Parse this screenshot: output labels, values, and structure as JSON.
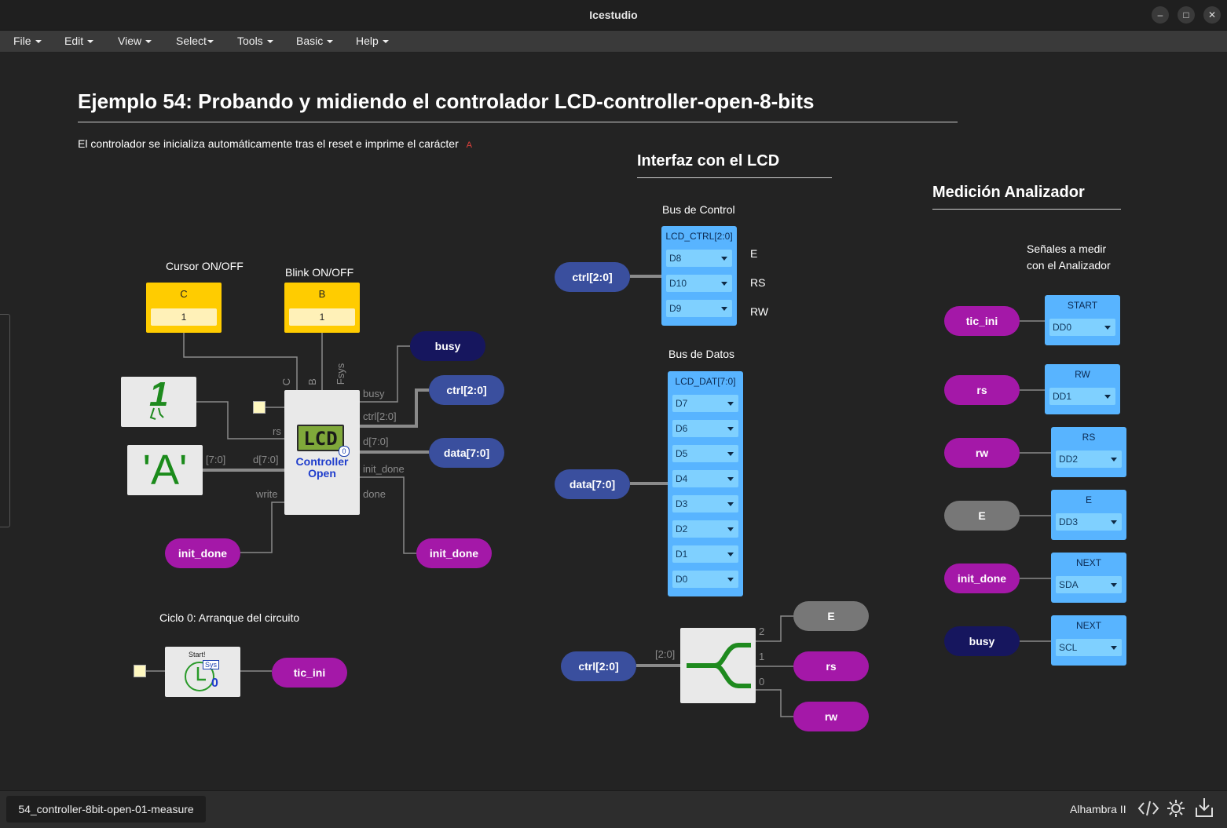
{
  "window": {
    "title": "Icestudio"
  },
  "menu": [
    "File",
    "Edit",
    "View",
    "Select",
    "Tools",
    "Basic",
    "Help"
  ],
  "canvas": {
    "title": "Ejemplo 54: Probando y midiendo el controlador LCD-controller-open-8-bits",
    "description": "El controlador se inicializa automáticamente tras el reset e imprime el carácter",
    "description_char": "A",
    "section_lcd": "Interfaz con el LCD",
    "section_analyzer": "Medición Analizador",
    "label_cursor": "Cursor ON/OFF",
    "label_blink": "Blink ON/OFF",
    "label_cycle0": "Ciclo 0: Arranque del circuito",
    "label_bus_control": "Bus de Control",
    "label_bus_datos": "Bus de Datos",
    "label_signals": "Señales a medir\ncon el Analizador",
    "const_c": {
      "name": "C",
      "value": "1"
    },
    "const_b": {
      "name": "B",
      "value": "1"
    },
    "char_const": "'A'",
    "bit_const": "1",
    "controller": {
      "name_line1": "Controller",
      "name_line2": "Open",
      "lcd_text": "LCD",
      "badge": "0",
      "in_ports": [
        "C",
        "B",
        "Fsys",
        "rs",
        "d[7:0]",
        "write"
      ],
      "out_ports": [
        "busy",
        "ctrl[2:0]",
        "d[7:0]",
        "init_done",
        "done"
      ]
    },
    "wire_label_70": "[7:0]",
    "wire_label_20": "[2:0]",
    "timer": {
      "title": "Start!",
      "sys": "Sys",
      "badge": "0"
    },
    "labels": {
      "busy": "busy",
      "ctrl_out": "ctrl[2:0]",
      "data_out": "data[7:0]",
      "init_done_in": "init_done",
      "init_done_out": "init_done",
      "tic_ini": "tic_ini",
      "ctrl_lcd": "ctrl[2:0]",
      "data_lcd": "data[7:0]",
      "ctrl_split": "ctrl[2:0]",
      "split_e": "E",
      "split_rs": "rs",
      "split_rw": "rw",
      "an_tic_ini": "tic_ini",
      "an_rs": "rs",
      "an_rw": "rw",
      "an_e": "E",
      "an_init_done": "init_done",
      "an_busy": "busy"
    },
    "split_ports": [
      "2",
      "1",
      "0"
    ],
    "lcd_ctrl": {
      "header": "LCD_CTRL[2:0]",
      "pins": [
        "D8",
        "D10",
        "D9"
      ],
      "signals": [
        "E",
        "RS",
        "RW"
      ]
    },
    "lcd_dat": {
      "header": "LCD_DAT[7:0]",
      "pins": [
        "D7",
        "D6",
        "D5",
        "D4",
        "D3",
        "D2",
        "D1",
        "D0"
      ]
    },
    "analyzer": [
      {
        "header": "START",
        "pin": "DD0"
      },
      {
        "header": "RW",
        "pin": "DD1"
      },
      {
        "header": "RS",
        "pin": "DD2"
      },
      {
        "header": "E",
        "pin": "DD3"
      },
      {
        "header": "NEXT",
        "pin": "SDA"
      },
      {
        "header": "NEXT",
        "pin": "SCL"
      }
    ]
  },
  "status": {
    "file_tab": "54_controller-8bit-open-01-measure",
    "board": "Alhambra II"
  },
  "colors": {
    "input_label": "#a418a8",
    "bus_label": "#3a4f9e",
    "busy_label": "#16165e",
    "constant": "#ffcc00",
    "pins": "#58b4ff"
  }
}
